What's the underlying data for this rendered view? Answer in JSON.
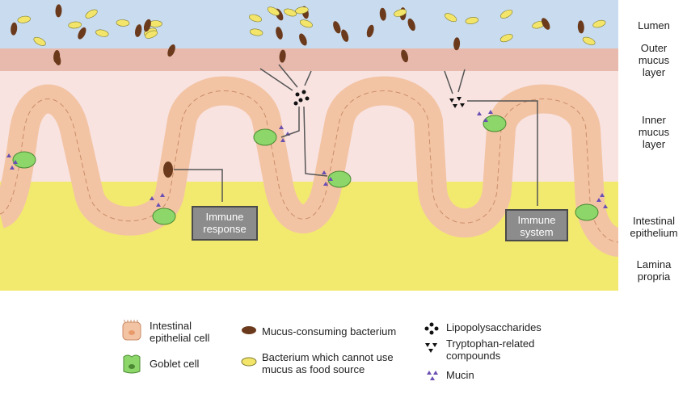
{
  "layers": {
    "lumen": "Lumen",
    "outer_mucus": [
      "Outer",
      "mucus",
      "layer"
    ],
    "inner_mucus": [
      "Inner",
      "mucus",
      "layer"
    ],
    "epithelium": [
      "Intestinal",
      "epithelium"
    ],
    "lamina": [
      "Lamina",
      "propria"
    ]
  },
  "boxes": {
    "immune_response": [
      "Immune",
      "response"
    ],
    "immune_system": [
      "Immune",
      "system"
    ]
  },
  "legend": {
    "epithelial_cell": [
      "Intestinal",
      "epithelial cell"
    ],
    "goblet_cell": "Goblet cell",
    "mucus_bacterium": "Mucus-consuming bacterium",
    "other_bacterium": [
      "Bacterium which cannot use",
      "mucus as food source"
    ],
    "lps": "Lipopolysaccharides",
    "tryptophan": [
      "Tryptophan-related",
      "compounds"
    ],
    "mucin": "Mucin"
  },
  "colors": {
    "lumen": "#c9dcef",
    "outer_mucus": "#e8b9ad",
    "inner_mucus": "#f8e3e1",
    "lamina": "#f2e96f",
    "epithelial": "#f3c4a4",
    "goblet": "#8cd66a",
    "mucus_bacterium": "#6b3a1c",
    "other_bacterium": "#f3e56a",
    "mucin": "#6a4fb3"
  }
}
